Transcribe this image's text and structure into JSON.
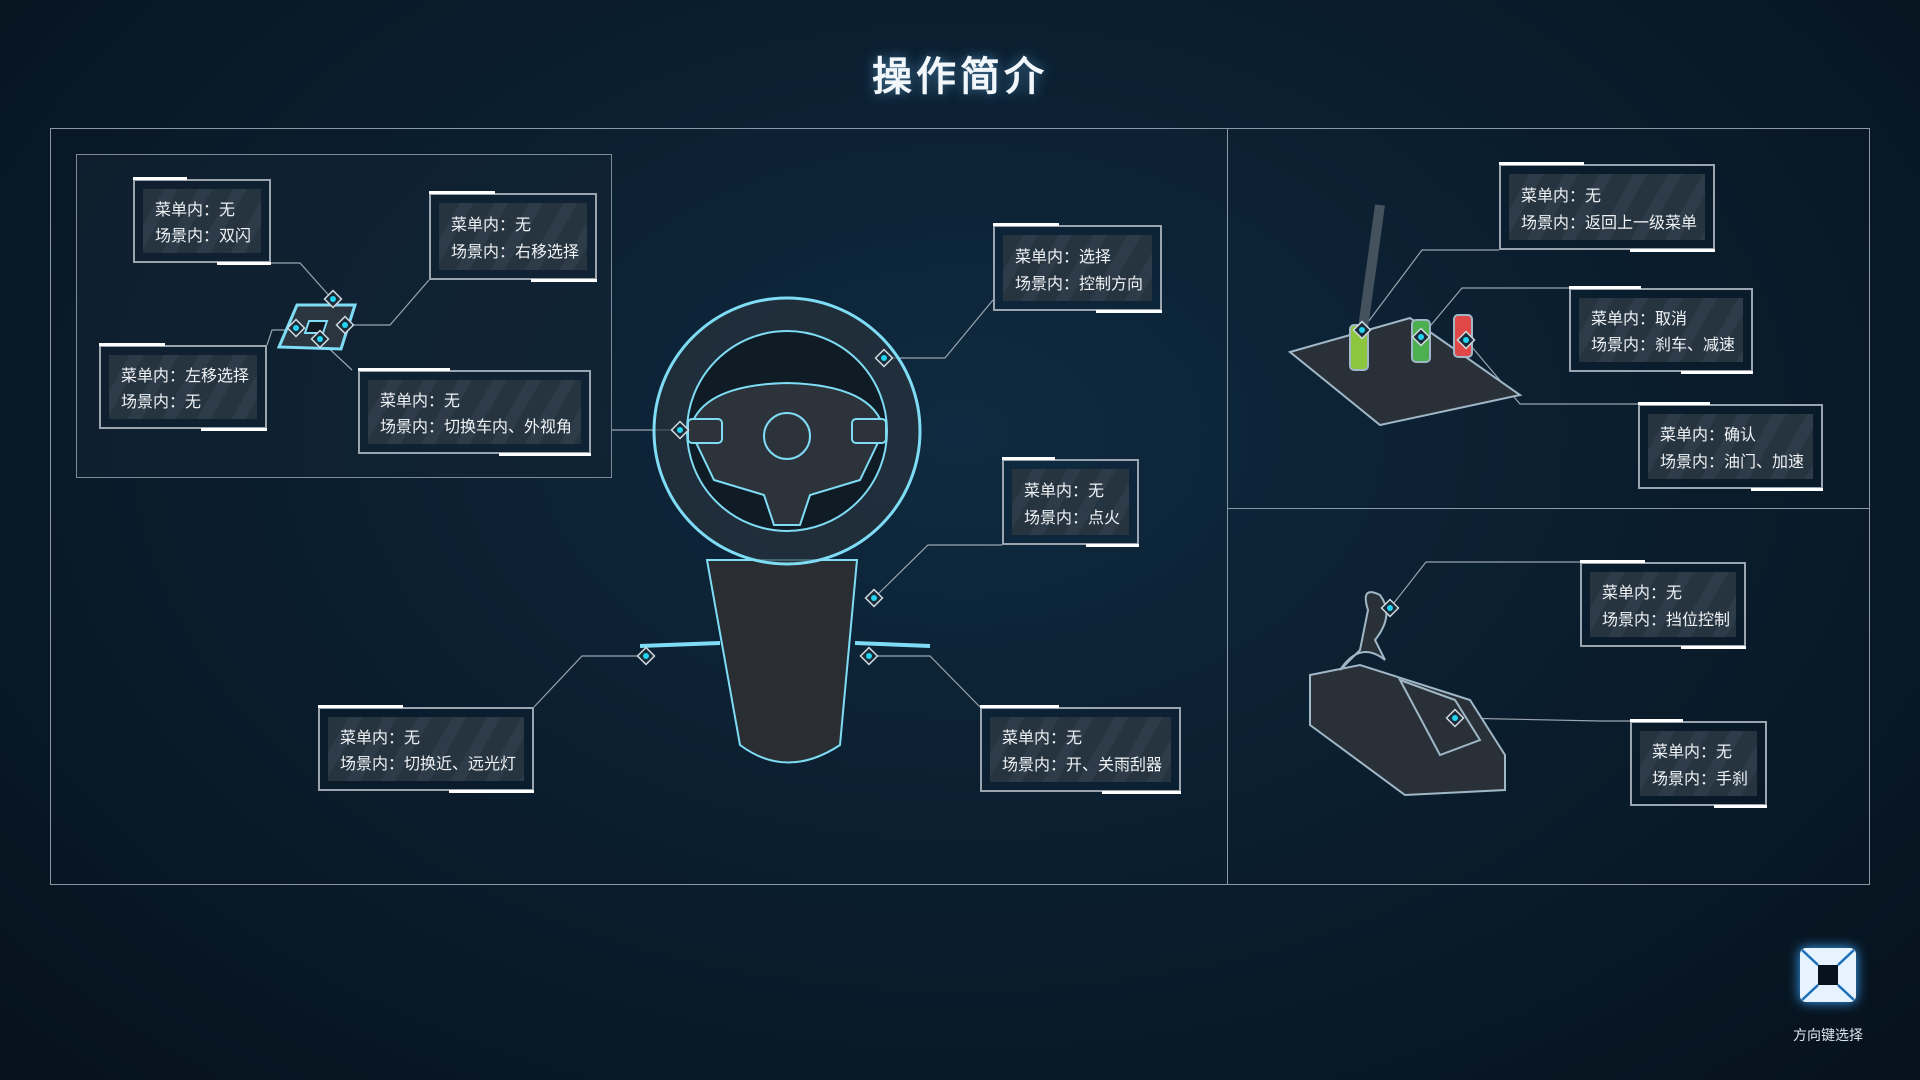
{
  "title": "操作简介",
  "callouts": [
    {
      "menu": "菜单内：无",
      "scene": "场景内：双闪"
    },
    {
      "menu": "菜单内：无",
      "scene": "场景内：右移选择"
    },
    {
      "menu": "菜单内：左移选择",
      "scene": "场景内：无"
    },
    {
      "menu": "菜单内：无",
      "scene": "场景内：切换车内、外视角"
    },
    {
      "menu": "菜单内：选择",
      "scene": "场景内：控制方向"
    },
    {
      "menu": "菜单内：无",
      "scene": "场景内：点火"
    },
    {
      "menu": "菜单内：无",
      "scene": "场景内：切换近、远光灯"
    },
    {
      "menu": "菜单内：无",
      "scene": "场景内：开、关雨刮器"
    },
    {
      "menu": "菜单内：无",
      "scene": "场景内：返回上一级菜单"
    },
    {
      "menu": "菜单内：取消",
      "scene": "场景内：刹车、减速"
    },
    {
      "menu": "菜单内：确认",
      "scene": "场景内：油门、加速"
    },
    {
      "menu": "菜单内：无",
      "scene": "场景内：挡位控制"
    },
    {
      "menu": "菜单内：无",
      "scene": "场景内：手刹"
    }
  ],
  "hint": {
    "label": "方向键选择",
    "icon": "dpad-icon"
  },
  "colors": {
    "accent": "#23d3f0",
    "line": "#9aa5af",
    "glow": "#7fdcf5"
  }
}
